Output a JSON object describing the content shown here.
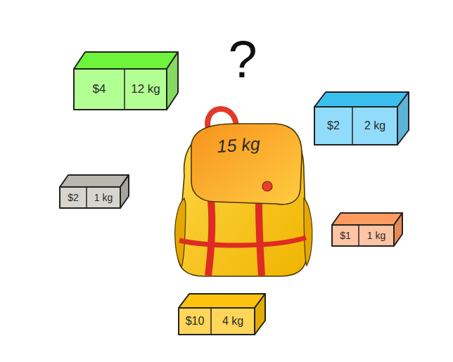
{
  "diagram": {
    "nodes": [
      {
        "text": [
          "$4",
          "12 kg"
        ]
      },
      {
        "text": [
          "$2",
          "2 kg"
        ]
      },
      {
        "text": [
          "15 kg"
        ]
      },
      {
        "text": [
          "$2",
          "1 kg"
        ]
      },
      {
        "text": [
          "$1",
          "1 kg"
        ]
      },
      {
        "text": [
          "$10",
          "4 kg"
        ]
      }
    ],
    "labels": [
      "?"
    ]
  }
}
